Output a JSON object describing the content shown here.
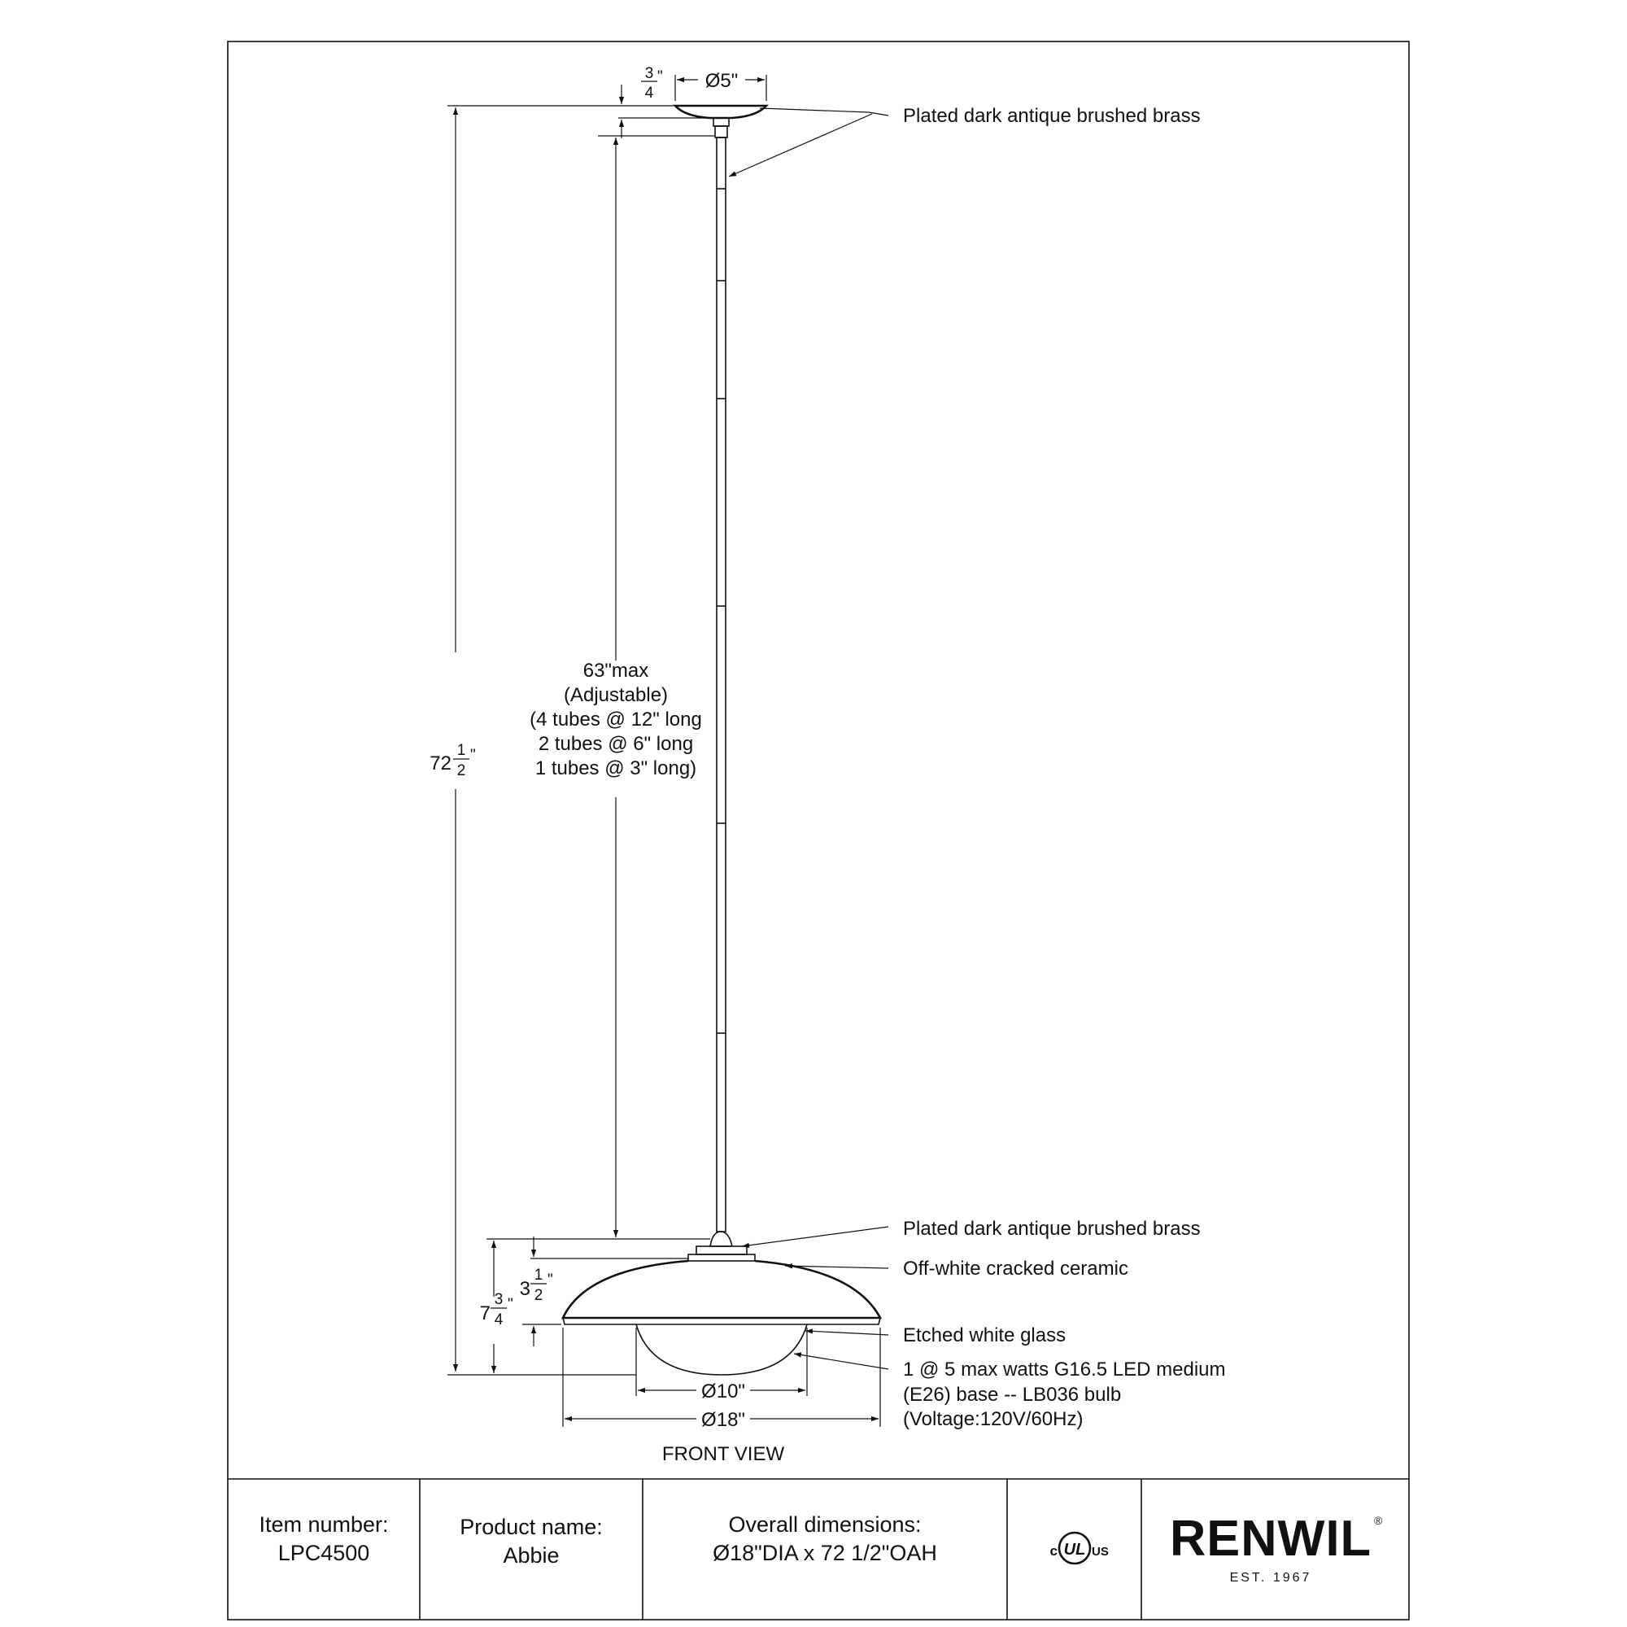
{
  "callouts": {
    "canopy_finish": "Plated dark antique brushed brass",
    "fitter_finish": "Plated dark antique brushed brass",
    "shade_material": "Off-white cracked ceramic",
    "diffuser_material": "Etched white glass",
    "bulb_line1": "1 @ 5 max watts G16.5 LED medium",
    "bulb_line2": "(E26) base -- LB036 bulb",
    "bulb_line3": "(Voltage:120V/60Hz)"
  },
  "dimensions": {
    "canopy_height_num": "3",
    "canopy_height_den": "4",
    "canopy_height_unit": "\"",
    "canopy_diameter": "Ø5\"",
    "overall_whole": "72",
    "overall_num": "1",
    "overall_den": "2",
    "overall_unit": "\"",
    "stem_line1": "63\"max",
    "stem_line2": "(Adjustable)",
    "stem_line3": "(4 tubes @ 12\" long",
    "stem_line4": "2 tubes @ 6\" long",
    "stem_line5": "1 tubes @ 3\" long)",
    "fixture_whole": "7",
    "fixture_num": "3",
    "fixture_den": "4",
    "fixture_unit": "\"",
    "shade_whole": "3",
    "shade_num": "1",
    "shade_den": "2",
    "shade_unit": "\"",
    "glass_diameter": "Ø10\"",
    "shade_diameter": "Ø18\""
  },
  "view_label": "FRONT VIEW",
  "title_block": {
    "item_label": "Item number:",
    "item_value": "LPC4500",
    "product_label": "Product name:",
    "product_value": "Abbie",
    "dims_label": "Overall dimensions:",
    "dims_value": "Ø18\"DIA x 72 1/2\"OAH",
    "cert_c": "c",
    "cert_ul": "UL",
    "cert_us": "US",
    "brand": "RENWIL",
    "brand_mark": "®",
    "brand_est": "EST. 1967"
  }
}
